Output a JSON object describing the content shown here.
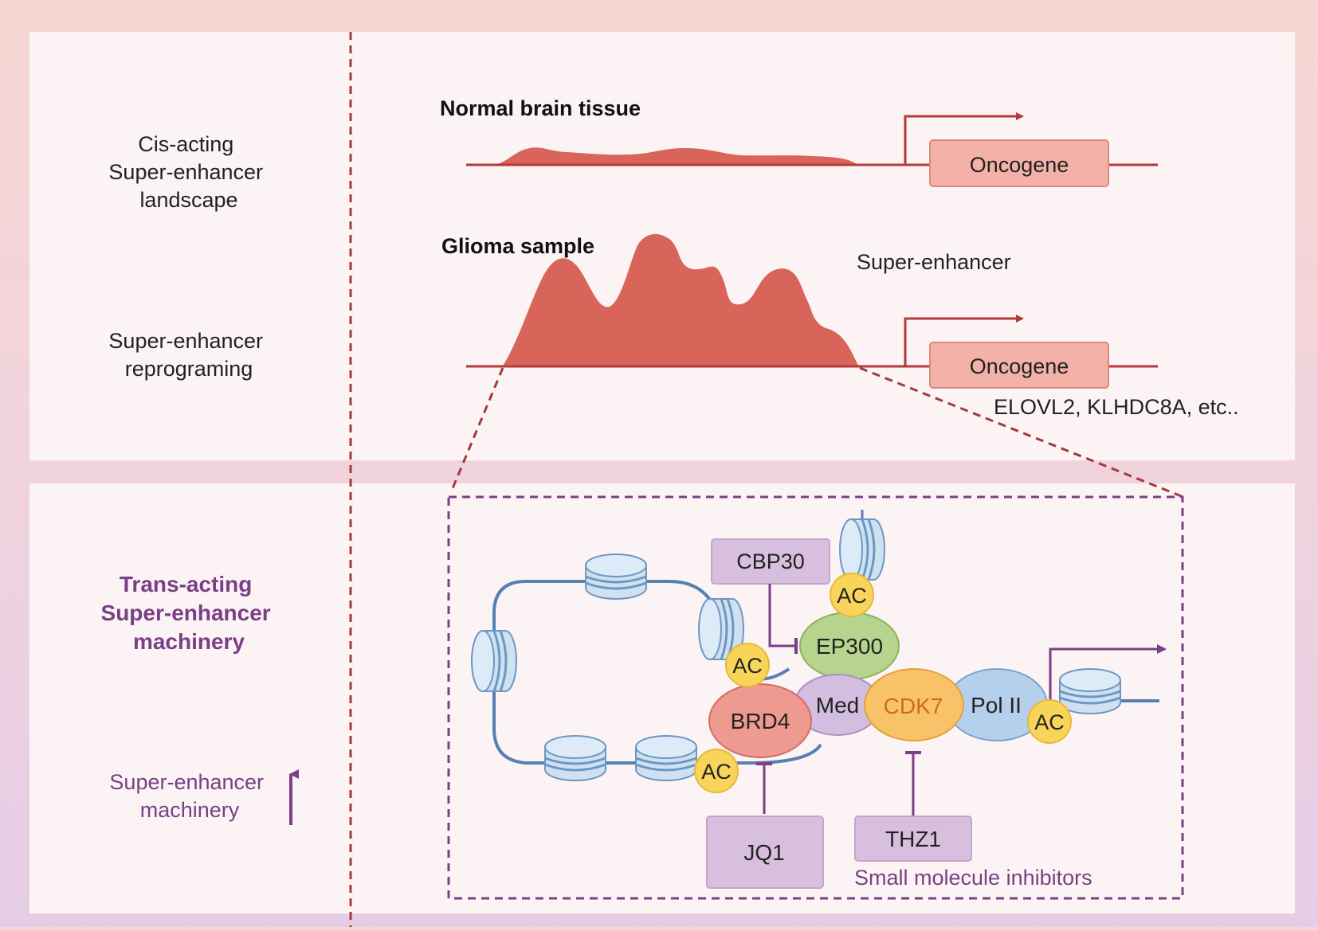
{
  "colors": {
    "panel_bg": "#fcf4f4",
    "dashed_divider": "#a33a3a",
    "track_line": "#b43a3a",
    "peak_fill": "#d9655a",
    "oncogene_fill": "#f3b1a7",
    "oncogene_stroke": "#d98b80",
    "zoom_lines": "#a33a3a",
    "zoom_box": "#7a3f86",
    "purple_text": "#7a3f86",
    "inhibitor_fill": "#d7bfdd",
    "dna_strand": "#5680b4",
    "nucleosome": "#cfe1f0",
    "nucleosome_stroke": "#6c97c4",
    "ac_fill": "#f8d55a",
    "brd4_fill": "#ee9a90",
    "med_fill": "#d3bde0",
    "cdk7_fill": "#f8c368",
    "cdk7_text": "#d06a1c",
    "polii_fill": "#b4d0ec",
    "ep300_fill": "#b7d48f"
  },
  "left_labels": {
    "cis": [
      "Cis-acting",
      "Super-enhancer",
      "landscape"
    ],
    "reprog": [
      "Super-enhancer",
      "reprograming"
    ],
    "trans": [
      "Trans-acting",
      "Super-enhancer",
      "machinery"
    ],
    "machinery_up": [
      "Super-enhancer",
      "machinery"
    ]
  },
  "top_panel": {
    "normal_title": "Normal brain tissue",
    "glioma_title": "Glioma sample",
    "super_enhancer_label": "Super-enhancer",
    "oncogene_label_1": "Oncogene",
    "oncogene_label_2": "Oncogene",
    "genes_label": "ELOVL2, KLHDC8A, etc.."
  },
  "machinery": {
    "cbp30": "CBP30",
    "ep300": "EP300",
    "ac": "AC",
    "brd4": "BRD4",
    "med": "Med",
    "cdk7": "CDK7",
    "pol_ii": "Pol II",
    "jq1": "JQ1",
    "thz1": "THZ1",
    "small_molecule_label": "Small molecule inhibitors"
  }
}
